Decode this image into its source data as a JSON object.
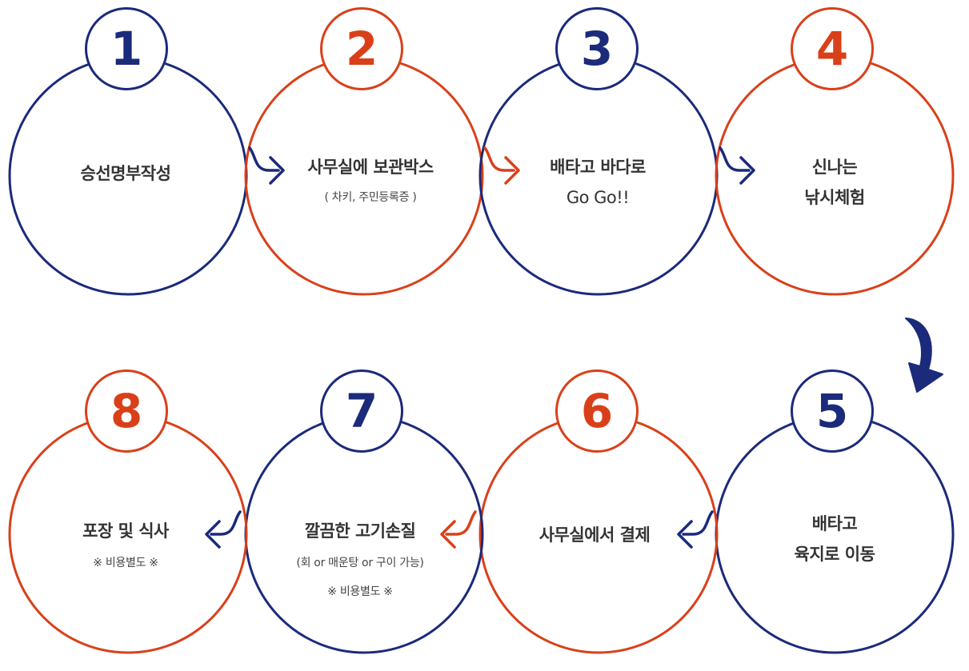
{
  "colors": {
    "navy": "#1b2a7a",
    "orange": "#d9401a",
    "text": "#333333"
  },
  "steps": [
    {
      "number": "1",
      "title_lines": [
        "승선명부작성"
      ],
      "notes": [],
      "color": "navy"
    },
    {
      "number": "2",
      "title_lines": [
        "사무실에 보관박스"
      ],
      "notes": [
        "( 차키, 주민등록증 )"
      ],
      "color": "orange"
    },
    {
      "number": "3",
      "title_lines": [
        "배타고 바다로",
        "Go Go!!"
      ],
      "notes": [],
      "color": "navy"
    },
    {
      "number": "4",
      "title_lines": [
        "신나는",
        "낚시체험"
      ],
      "notes": [],
      "color": "orange"
    },
    {
      "number": "5",
      "title_lines": [
        "배타고",
        "육지로 이동"
      ],
      "notes": [],
      "color": "navy"
    },
    {
      "number": "6",
      "title_lines": [
        "사무실에서 결제"
      ],
      "notes": [],
      "color": "orange"
    },
    {
      "number": "7",
      "title_lines": [
        "깔끔한 고기손질"
      ],
      "notes": [
        "(회 or 매운탕 or 구이 가능)",
        "※ 비용별도 ※"
      ],
      "color": "navy"
    },
    {
      "number": "8",
      "title_lines": [
        "포장 및 식사"
      ],
      "notes": [
        "※ 비용별도 ※"
      ],
      "color": "orange"
    }
  ]
}
